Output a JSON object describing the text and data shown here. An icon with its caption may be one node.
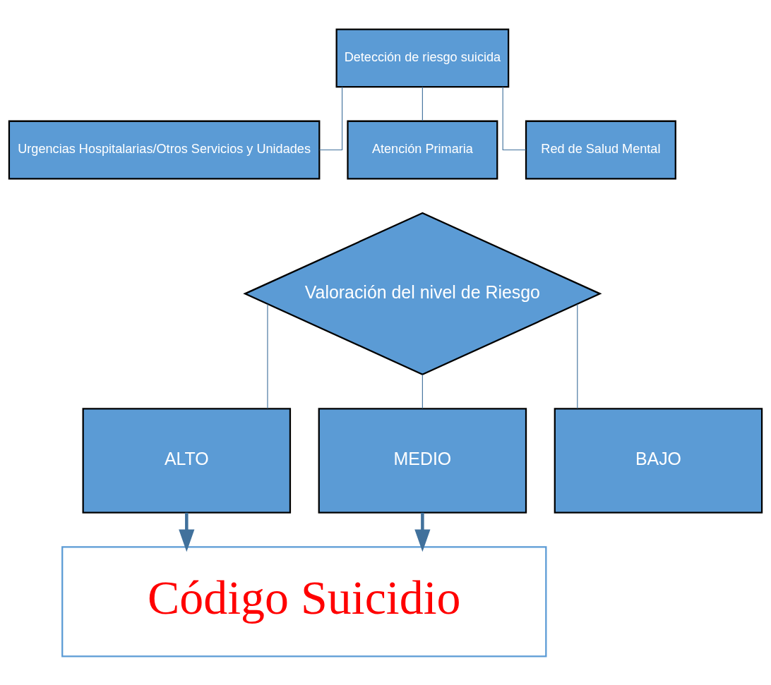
{
  "diagram": {
    "nodes": [
      {
        "text": [
          "Detección de riesgo suicida"
        ]
      },
      {
        "text": [
          "Urgencias Hospitalarias/Otros Servicios y Unidades"
        ]
      },
      {
        "text": [
          "Atención Primaria"
        ]
      },
      {
        "text": [
          "Red de Salud Mental"
        ]
      },
      {
        "text": [
          "Valoración del nivel de Riesgo"
        ]
      },
      {
        "text": [
          "ALTO"
        ]
      },
      {
        "text": [
          "MEDIO"
        ]
      },
      {
        "text": [
          "BAJO"
        ]
      },
      {
        "text": [
          "Código Suicidio"
        ]
      }
    ],
    "edges": [
      {
        "from": 0,
        "to": 1,
        "arrow": "none"
      },
      {
        "from": 0,
        "to": 2,
        "arrow": "none"
      },
      {
        "from": 0,
        "to": 3,
        "arrow": "none"
      },
      {
        "from": 4,
        "to": 5,
        "arrow": "none"
      },
      {
        "from": 4,
        "to": 6,
        "arrow": "none"
      },
      {
        "from": 4,
        "to": 7,
        "arrow": "none"
      },
      {
        "from": 5,
        "to": 8,
        "arrow": "to",
        "style": "thick"
      },
      {
        "from": 6,
        "to": 8,
        "arrow": "to",
        "style": "thick"
      }
    ]
  }
}
